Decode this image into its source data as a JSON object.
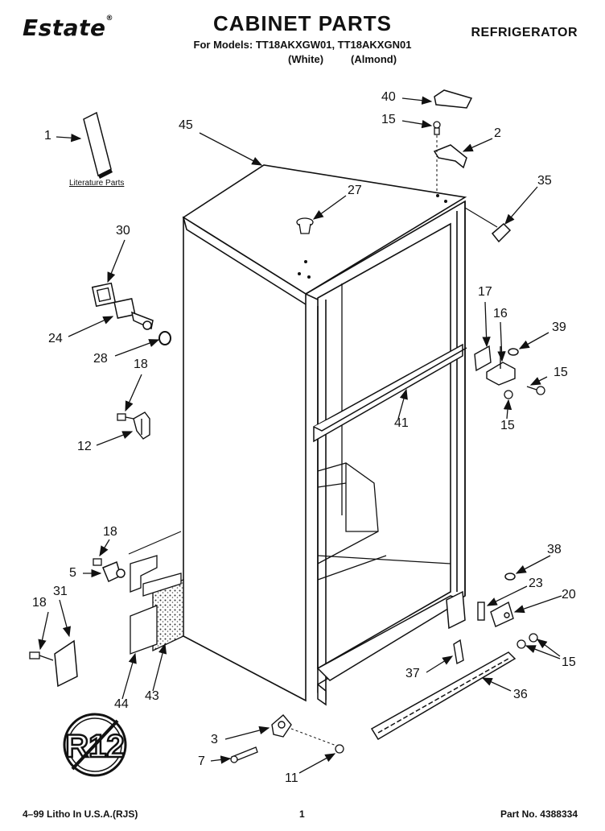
{
  "header": {
    "brand": "Estate",
    "brand_mark": "®",
    "title": "CABINET PARTS",
    "models": "For Models: TT18AKXGW01, TT18AKXGN01",
    "variant_white": "(White)",
    "variant_almond": "(Almond)",
    "category": "REFRIGERATOR"
  },
  "literature_label": "Literature Parts",
  "callouts": {
    "c1": "1",
    "c2": "2",
    "c3": "3",
    "c5": "5",
    "c7": "7",
    "c11": "11",
    "c12": "12",
    "c15a": "15",
    "c15b": "15",
    "c15c": "15",
    "c15d": "15",
    "c16": "16",
    "c17": "17",
    "c18a": "18",
    "c18b": "18",
    "c18c": "18",
    "c20": "20",
    "c23": "23",
    "c24": "24",
    "c27": "27",
    "c28": "28",
    "c30": "30",
    "c31": "31",
    "c35": "35",
    "c36": "36",
    "c37": "37",
    "c38": "38",
    "c39": "39",
    "c40": "40",
    "c41": "41",
    "c43": "43",
    "c44": "44",
    "c45": "45"
  },
  "badge_text": "R12",
  "footer": {
    "left": "4–99 Litho In U.S.A.(RJS)",
    "center": "1",
    "right": "Part No. 4388334"
  }
}
